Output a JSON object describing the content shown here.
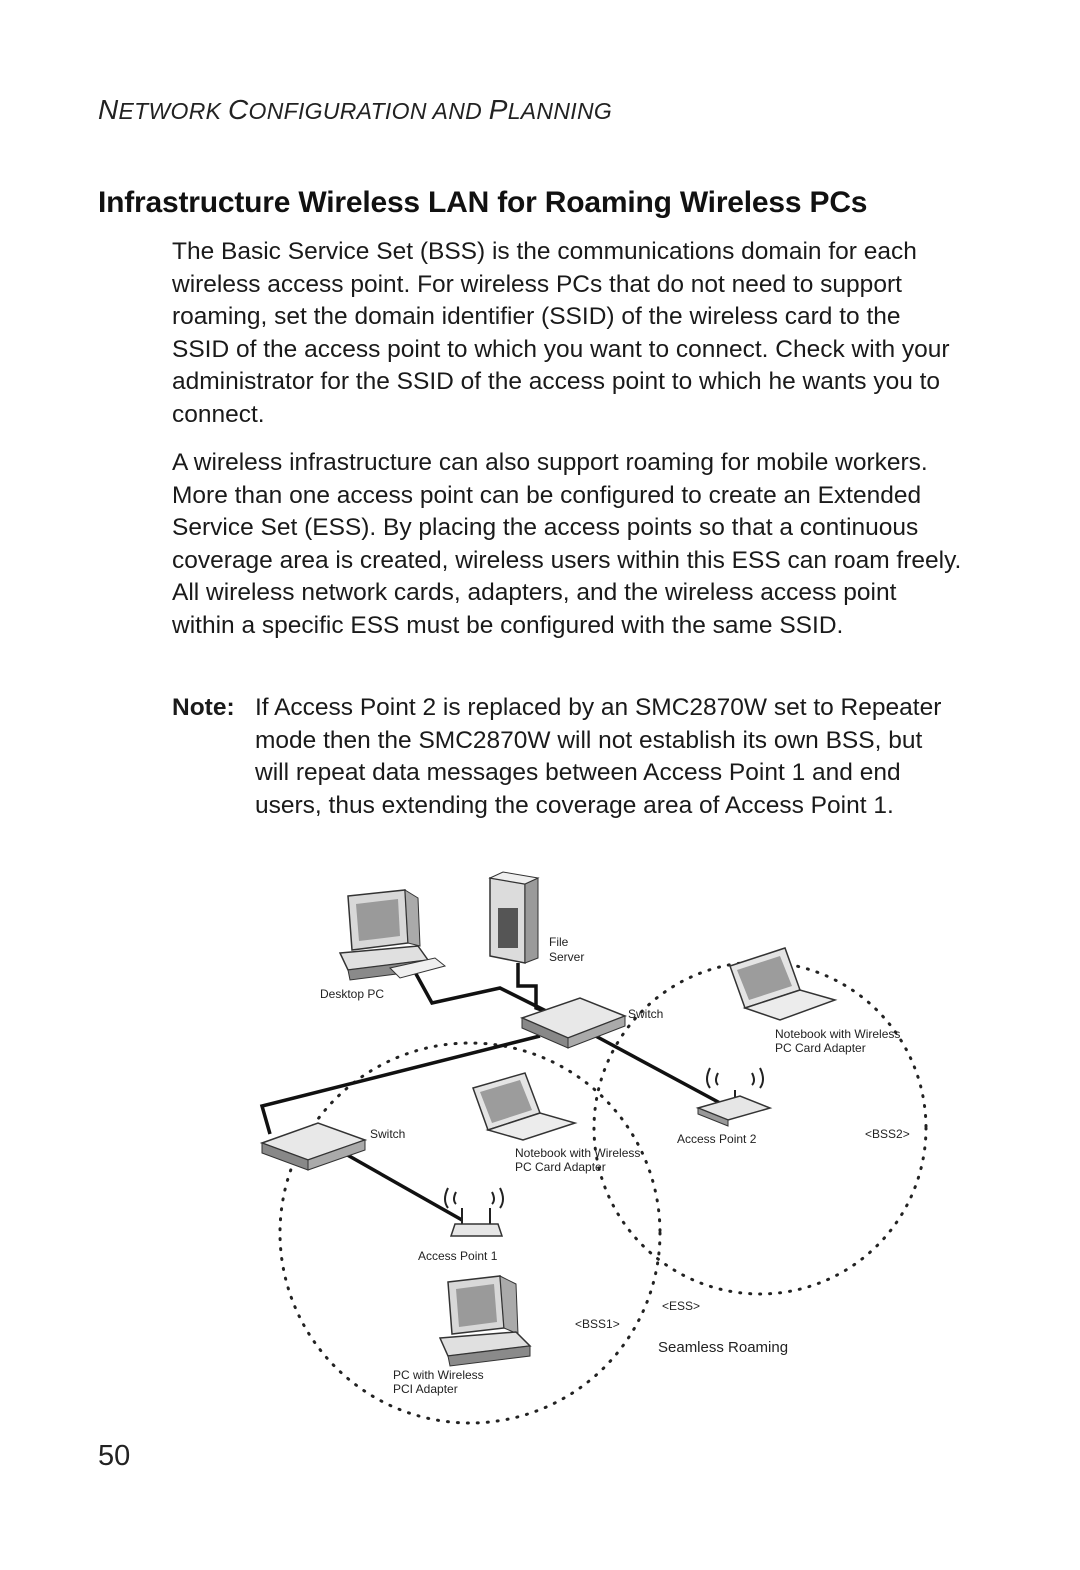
{
  "header": {
    "running_head_parts": [
      {
        "cap": "N",
        "rest": "ETWORK "
      },
      {
        "cap": "C",
        "rest": "ONFIGURATION AND "
      },
      {
        "cap": "P",
        "rest": "LANNING"
      }
    ]
  },
  "section": {
    "title": "Infrastructure Wireless LAN for Roaming Wireless PCs",
    "paragraphs": [
      "The Basic Service Set (BSS) is the communications domain for each wireless access point. For wireless PCs that do not need to support roaming, set the domain identifier (SSID) of the wireless card to the SSID of the access point to which you want to connect. Check with your administrator for the SSID of the access point to which he wants you to connect.",
      "A wireless infrastructure can also support roaming for mobile workers. More than one access point can be configured to create an Extended Service Set (ESS). By placing the access points so that a continuous coverage area is created, wireless users within this ESS can roam freely. All wireless network cards, adapters, and the wireless access point within a specific ESS must be configured with the same SSID."
    ],
    "note": {
      "label": "Note:",
      "text": "If Access Point 2 is replaced by an SMC2870W set to Repeater mode then the SMC2870W will not establish its own BSS, but will repeat data messages between Access Point 1 and end users, thus extending the coverage area of Access Point 1."
    }
  },
  "diagram": {
    "labels": {
      "desktop_pc": "Desktop PC",
      "file_server_line1": "File",
      "file_server_line2": "Server",
      "switch_top": "Switch",
      "switch_left": "Switch",
      "notebook_right_line1": "Notebook with Wireless",
      "notebook_right_line2": "PC Card Adapter",
      "notebook_mid_line1": "Notebook with Wireless",
      "notebook_mid_line2": "PC Card Adapter",
      "access_point_2": "Access Point 2",
      "access_point_1": "Access Point 1",
      "bss2": "<BSS2>",
      "bss1": "<BSS1>",
      "ess": "<ESS>",
      "seamless_roaming": "Seamless Roaming",
      "pc_wireless_line1": "PC with Wireless",
      "pc_wireless_line2": "PCI Adapter"
    }
  },
  "footer": {
    "page_number": "50"
  }
}
